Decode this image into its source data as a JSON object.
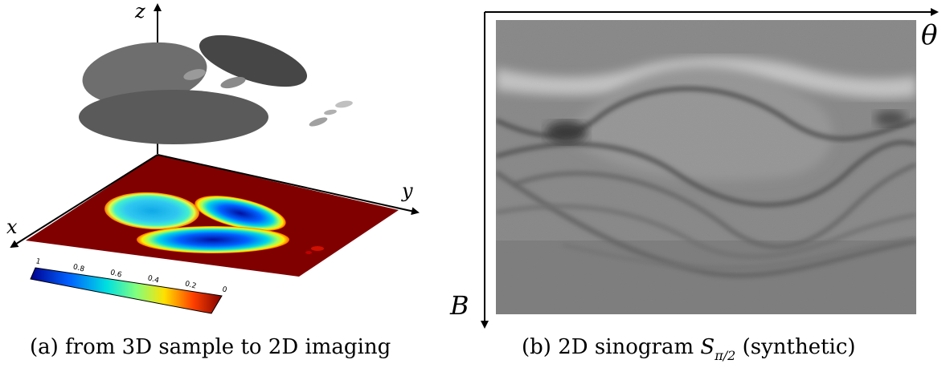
{
  "panel_a": {
    "axis_labels": {
      "z": "z",
      "y": "y",
      "x": "x"
    },
    "colorbar": {
      "ticks": [
        "1",
        "0.8",
        "0.6",
        "0.4",
        "0.2",
        "0"
      ],
      "colors": [
        "#00008f",
        "#0060ff",
        "#00e0e0",
        "#80ff80",
        "#ffe000",
        "#ff4000",
        "#800000"
      ]
    },
    "caption": "(a) from 3D sample to 2D imaging"
  },
  "panel_b": {
    "axis_labels": {
      "theta": "θ",
      "B": "B"
    },
    "caption_prefix": "(b) 2D sinogram ",
    "caption_symbol": "S",
    "caption_subscript": "π/2",
    "caption_suffix": " (synthetic)"
  }
}
